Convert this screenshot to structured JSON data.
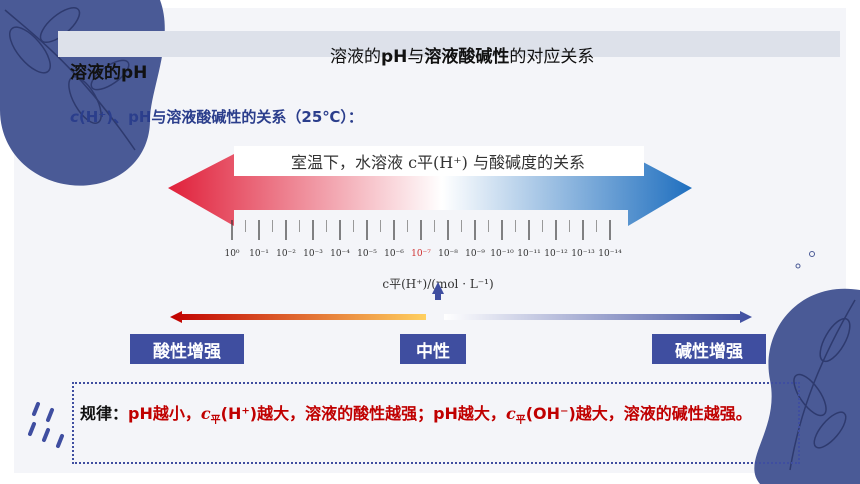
{
  "slide": {
    "title": {
      "part1": "溶液的",
      "part2": "pH",
      "part3": "与",
      "part4": "溶液酸碱性",
      "part5": "的对应关系"
    },
    "section_title": "溶液的pH",
    "subtitle": {
      "c": "c",
      "rest": "(H⁺)、pH与溶液酸碱性的关系（25℃）："
    }
  },
  "chart": {
    "caption": "室温下，水溶液 c平(H⁺) 与酸碱度的关系",
    "ticks": [
      "10⁰",
      "10⁻¹",
      "10⁻²",
      "10⁻³",
      "10⁻⁴",
      "10⁻⁵",
      "10⁻⁶",
      "10⁻⁷",
      "10⁻⁸",
      "10⁻⁹",
      "10⁻¹⁰",
      "10⁻¹¹",
      "10⁻¹²",
      "10⁻¹³",
      "10⁻¹⁴"
    ],
    "highlight_tick_index": 7,
    "axis_label": "c平(H⁺)/(mol · L⁻¹)",
    "colors": {
      "acid": "#e0203a",
      "base": "#1f6fbf",
      "neutral_tick": "#d03030"
    }
  },
  "labels": {
    "acid": "酸性增强",
    "neutral": "中性",
    "base": "碱性增强"
  },
  "rule": {
    "head": "规律：",
    "line1_a": "pH越小，",
    "c1": "c",
    "sub1": "平",
    "line1_b": "(H⁺)越大，溶液的酸性越强；pH越大，",
    "c2": "c",
    "sub2": "平",
    "line1_c": "(OH⁻)越大，溶液的碱性越强。"
  },
  "colors": {
    "primary": "#3f4ea0",
    "rule_red": "#c00000",
    "deco_blue": "#4a5a96"
  }
}
